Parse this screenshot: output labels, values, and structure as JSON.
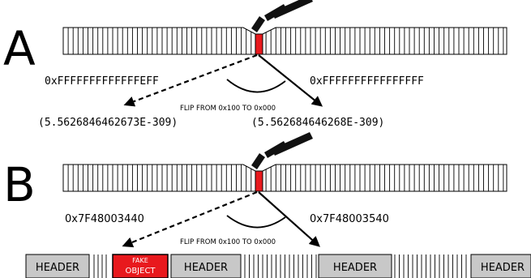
{
  "panels": [
    {
      "letter": "A",
      "left_value": "0xFFFFFFFFFFFFFEFF",
      "right_value": "0xFFFFFFFFFFFFFFFF",
      "flip_label": "FLIP FROM 0x100 TO 0x000",
      "left_double": "(5.5626846462673E-309)",
      "right_double": "(5.562684646268E-309)"
    },
    {
      "letter": "B",
      "left_value": "0x7F48003440",
      "right_value": "0x7F48003540",
      "flip_label": "FLIP FROM 0x100 TO 0x000"
    }
  ],
  "memory": {
    "header_label": "HEADER",
    "fake_object_line1": "FAKE",
    "fake_object_line2": "OBJECT"
  },
  "colors": {
    "flipped_bit": "#e8191d",
    "header_fill": "#c8c8c8",
    "fake_object_fill": "#e8191d",
    "hammer": "#111111",
    "arrow": "#000000"
  },
  "icons": {
    "hammer": "hammer-icon"
  }
}
